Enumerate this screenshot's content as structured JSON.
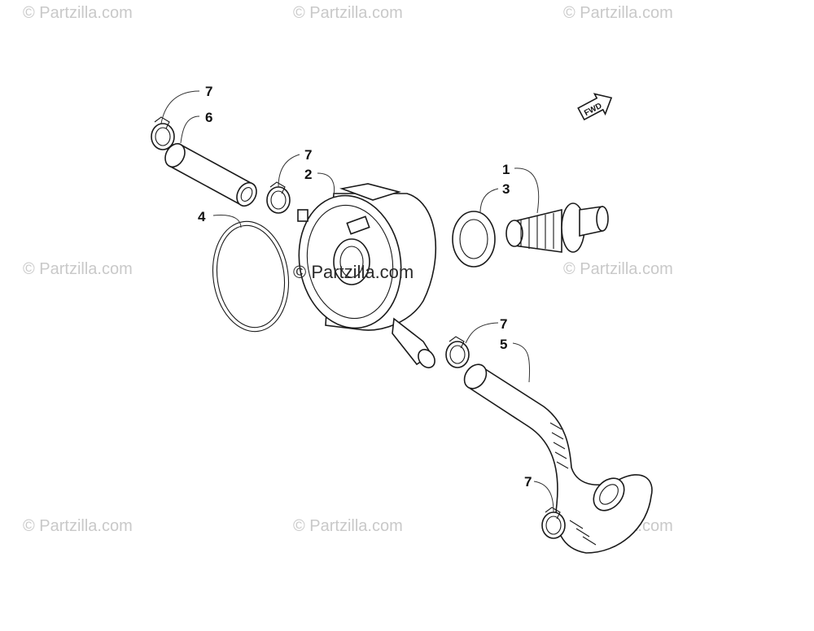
{
  "watermarks": {
    "text": "© Partzilla.com",
    "color": "#c9c9c9"
  },
  "center_watermark": "© Partzilla.com",
  "fwd_badge": "FWD",
  "callouts": [
    {
      "id": "c7a",
      "label": "7"
    },
    {
      "id": "c6",
      "label": "6"
    },
    {
      "id": "c7b",
      "label": "7"
    },
    {
      "id": "c2",
      "label": "2"
    },
    {
      "id": "c4",
      "label": "4"
    },
    {
      "id": "c1",
      "label": "1"
    },
    {
      "id": "c3",
      "label": "3"
    },
    {
      "id": "c7c",
      "label": "7"
    },
    {
      "id": "c5",
      "label": "5"
    },
    {
      "id": "c7d",
      "label": "7"
    }
  ]
}
